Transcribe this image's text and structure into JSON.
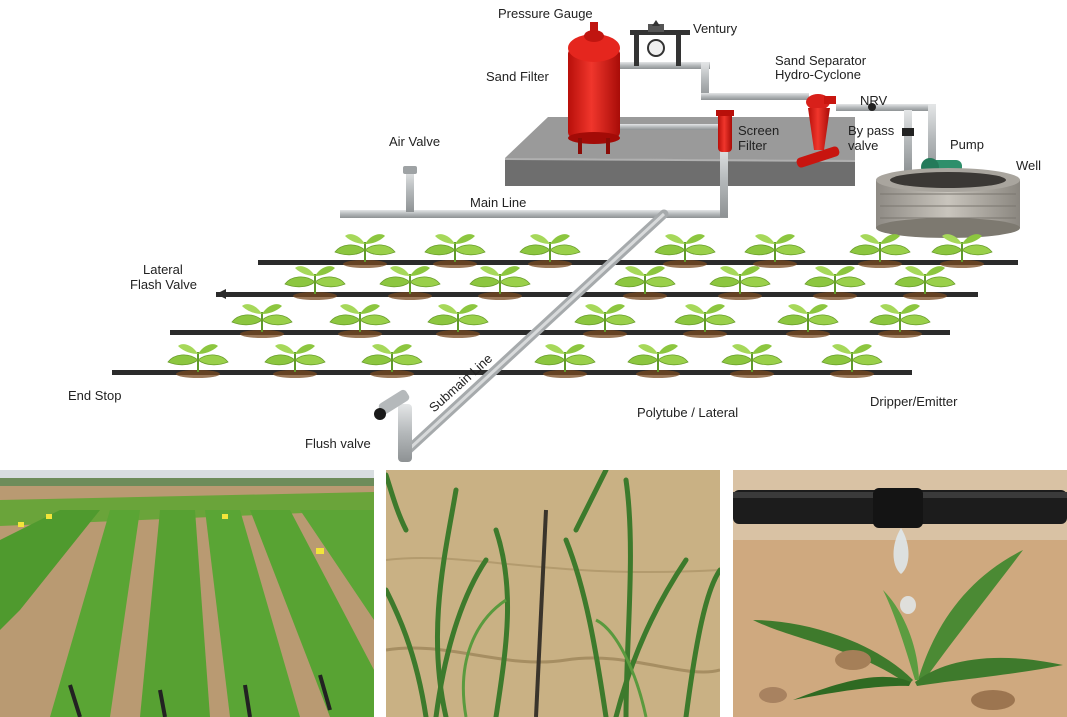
{
  "labels": {
    "pressure_gauge": "Pressure Gauge",
    "ventury": "Ventury",
    "sand_filter": "Sand Filter",
    "sand_separator": "Sand Separator",
    "hydro_cyclone": "Hydro-Cyclone",
    "nrv": "NRV",
    "by_pass_valve_1": "By pass",
    "by_pass_valve_2": "valve",
    "pump": "Pump",
    "well": "Well",
    "screen_filter_1": "Screen",
    "screen_filter_2": "Filter",
    "air_valve": "Air Valve",
    "main_line": "Main Line",
    "lateral_flash_valve_1": "Lateral",
    "lateral_flash_valve_2": "Flash Valve",
    "end_stop": "End Stop",
    "submain_line": "Submain Line",
    "polytube_lateral": "Polytube / Lateral",
    "dripper_emitter": "Dripper/Emitter",
    "flush_valve": "Flush valve"
  },
  "colors": {
    "pipe": "#b8bcbe",
    "filter_red": "#e0201a",
    "lateral": "#2b2b2b",
    "leaf": "#8cc63f",
    "platform": "#8a8a8a"
  }
}
